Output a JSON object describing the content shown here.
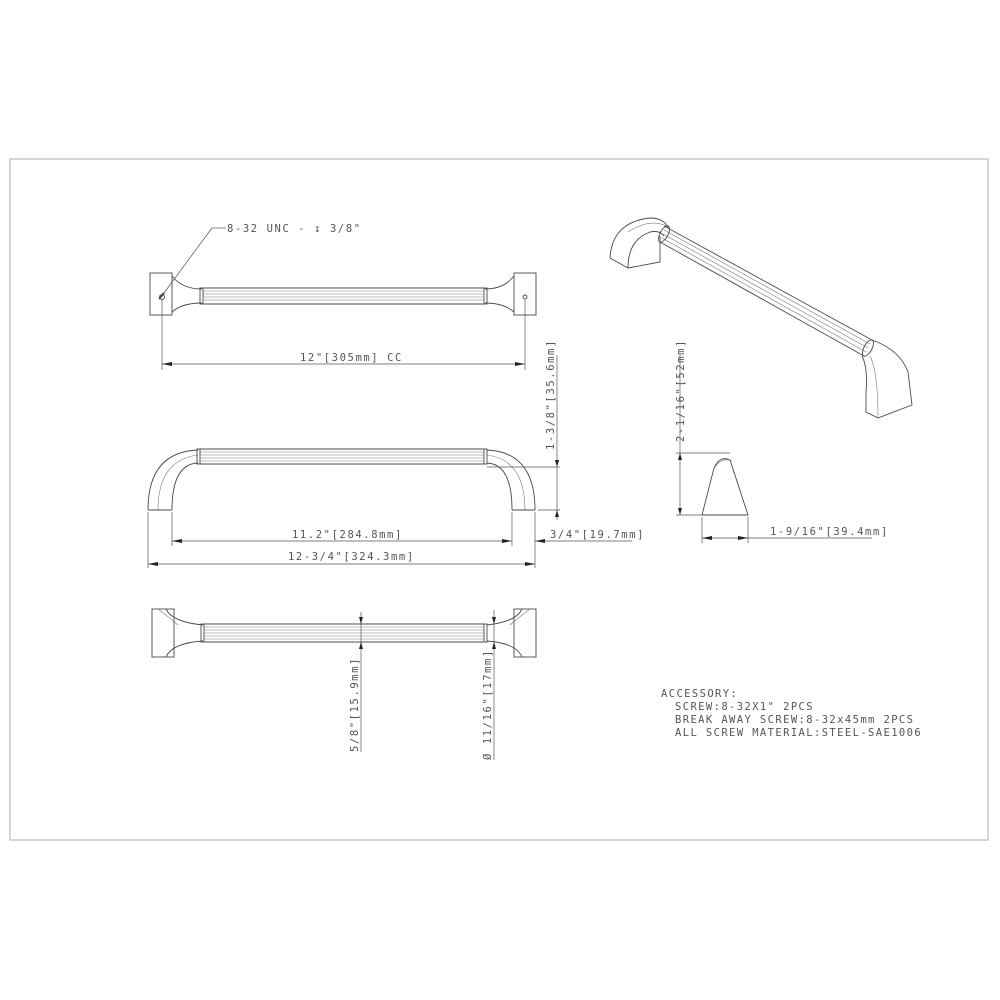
{
  "drawing": {
    "title": "Cabinet pull technical drawing",
    "views": {
      "top": {
        "thread_callout": "8-32 UNC - ↧ 3/8\"",
        "center_to_center": "12\"[305mm] CC"
      },
      "front": {
        "height_dim": "1-3/8\"[35.6mm]",
        "inner_length": "11.2\"[284.8mm]",
        "overall_length": "12-3/4\"[324.3mm]",
        "foot_width": "3/4\"[19.7mm]"
      },
      "bottom": {
        "bar_width": "5/8\"[15.9mm]",
        "bar_diameter": "Ø 11/16\"[17mm]"
      },
      "end": {
        "projection": "2-1/16\"[52mm]",
        "base_width": "1-9/16\"[39.4mm]"
      }
    },
    "notes": {
      "heading": "ACCESSORY:",
      "lines": [
        "SCREW:8-32X1\" 2PCS",
        "BREAK AWAY SCREW:8-32x45mm 2PCS",
        "ALL SCREW MATERIAL:STEEL-SAE1006"
      ]
    },
    "colors": {
      "line": "#4a4a4a",
      "text": "#555555",
      "frame": "#c8c8c8",
      "background": "#ffffff"
    }
  }
}
